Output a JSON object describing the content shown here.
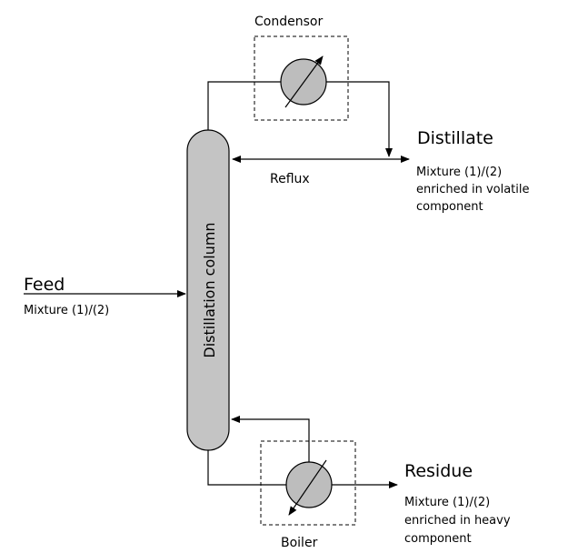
{
  "labels": {
    "condensor": "Condensor",
    "distillate": "Distillate",
    "distillate_desc": [
      "Mixture (1)/(2)",
      "enriched in volatile",
      "component"
    ],
    "reflux": "Reflux",
    "feed": "Feed",
    "feed_desc": "Mixture (1)/(2)",
    "column": "Distillation column",
    "residue": "Residue",
    "residue_desc": [
      "Mixture (1)/(2)",
      "enriched in heavy",
      "component"
    ],
    "boiler": "Boiler"
  },
  "colors": {
    "column_fill": "#c4c4c4",
    "exchanger_fill": "#bdbdbd",
    "stroke": "#000000"
  }
}
